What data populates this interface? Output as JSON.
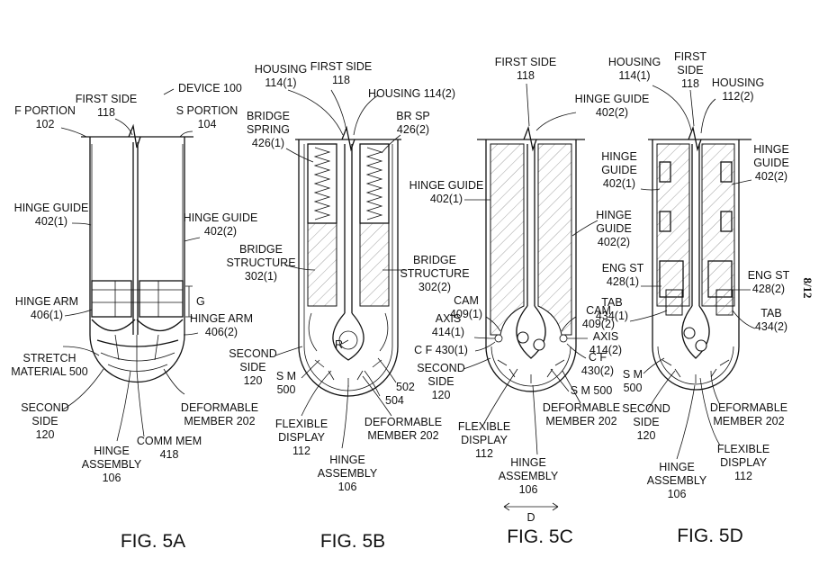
{
  "page_number": "8/12",
  "figures": [
    {
      "id": "5A",
      "caption": "FIG. 5A",
      "labels": [
        {
          "lines": [
            "DEVICE 100"
          ]
        },
        {
          "lines": [
            "F PORTION",
            "102"
          ]
        },
        {
          "lines": [
            "FIRST SIDE",
            "118"
          ]
        },
        {
          "lines": [
            "S PORTION",
            "104"
          ]
        },
        {
          "lines": [
            "HINGE GUIDE",
            "402(1)"
          ]
        },
        {
          "lines": [
            "HINGE GUIDE",
            "402(2)"
          ]
        },
        {
          "lines": [
            "G"
          ]
        },
        {
          "lines": [
            "HINGE ARM",
            "406(1)"
          ]
        },
        {
          "lines": [
            "HINGE ARM",
            "406(2)"
          ]
        },
        {
          "lines": [
            "STRETCH",
            "MATERIAL 500"
          ]
        },
        {
          "lines": [
            "SECOND",
            "SIDE",
            "120"
          ]
        },
        {
          "lines": [
            "DEFORMABLE",
            "MEMBER 202"
          ]
        },
        {
          "lines": [
            "COMM MEM",
            "418"
          ]
        },
        {
          "lines": [
            "HINGE",
            "ASSEMBLY",
            "106"
          ]
        }
      ]
    },
    {
      "id": "5B",
      "caption": "FIG. 5B",
      "labels": [
        {
          "lines": [
            "HOUSING",
            "114(1)"
          ]
        },
        {
          "lines": [
            "FIRST SIDE",
            "118"
          ]
        },
        {
          "lines": [
            "HOUSING 114(2)"
          ]
        },
        {
          "lines": [
            "BRIDGE",
            "SPRING",
            "426(1)"
          ]
        },
        {
          "lines": [
            "BR SP",
            "426(2)"
          ]
        },
        {
          "lines": [
            "BRIDGE",
            "STRUCTURE",
            "302(1)"
          ]
        },
        {
          "lines": [
            "BRIDGE",
            "STRUCTURE",
            "302(2)"
          ]
        },
        {
          "lines": [
            "R"
          ]
        },
        {
          "lines": [
            "SECOND",
            "SIDE",
            "120"
          ]
        },
        {
          "lines": [
            "S M",
            "500"
          ]
        },
        {
          "lines": [
            "502"
          ]
        },
        {
          "lines": [
            "504"
          ]
        },
        {
          "lines": [
            "FLEXIBLE",
            "DISPLAY",
            "112"
          ]
        },
        {
          "lines": [
            "DEFORMABLE",
            "MEMBER 202"
          ]
        },
        {
          "lines": [
            "HINGE",
            "ASSEMBLY",
            "106"
          ]
        }
      ]
    },
    {
      "id": "5C",
      "caption": "FIG. 5C",
      "labels": [
        {
          "lines": [
            "FIRST SIDE",
            "118"
          ]
        },
        {
          "lines": [
            "HINGE GUIDE",
            "402(2)"
          ]
        },
        {
          "lines": [
            "HINGE GUIDE",
            "402(1)"
          ]
        },
        {
          "lines": [
            "HINGE",
            "GUIDE",
            "402(2)"
          ]
        },
        {
          "lines": [
            "CAM",
            "409(1)"
          ]
        },
        {
          "lines": [
            "CAM",
            "409(2)"
          ]
        },
        {
          "lines": [
            "AXIS",
            "414(1)"
          ]
        },
        {
          "lines": [
            "AXIS",
            "414(2)"
          ]
        },
        {
          "lines": [
            "C F 430(1)"
          ]
        },
        {
          "lines": [
            "C F",
            "430(2)"
          ]
        },
        {
          "lines": [
            "SECOND",
            "SIDE",
            "120"
          ]
        },
        {
          "lines": [
            "S M 500"
          ]
        },
        {
          "lines": [
            "DEFORMABLE",
            "MEMBER 202"
          ]
        },
        {
          "lines": [
            "FLEXIBLE",
            "DISPLAY",
            "112"
          ]
        },
        {
          "lines": [
            "HINGE",
            "ASSEMBLY",
            "106"
          ]
        },
        {
          "lines": [
            "D"
          ]
        }
      ]
    },
    {
      "id": "5D",
      "caption": "FIG. 5D",
      "labels": [
        {
          "lines": [
            "HOUSING",
            "114(1)"
          ]
        },
        {
          "lines": [
            "FIRST",
            "SIDE",
            "118"
          ]
        },
        {
          "lines": [
            "HOUSING",
            "112(2)"
          ]
        },
        {
          "lines": [
            "HINGE",
            "GUIDE",
            "402(1)"
          ]
        },
        {
          "lines": [
            "HINGE",
            "GUIDE",
            "402(2)"
          ]
        },
        {
          "lines": [
            "ENG ST",
            "428(1)"
          ]
        },
        {
          "lines": [
            "ENG ST",
            "428(2)"
          ]
        },
        {
          "lines": [
            "TAB",
            "434(1)"
          ]
        },
        {
          "lines": [
            "TAB",
            "434(2)"
          ]
        },
        {
          "lines": [
            "S M",
            "500"
          ]
        },
        {
          "lines": [
            "SECOND",
            "SIDE",
            "120"
          ]
        },
        {
          "lines": [
            "DEFORMABLE",
            "MEMBER 202"
          ]
        },
        {
          "lines": [
            "FLEXIBLE",
            "DISPLAY",
            "112"
          ]
        },
        {
          "lines": [
            "HINGE",
            "ASSEMBLY",
            "106"
          ]
        }
      ]
    }
  ]
}
